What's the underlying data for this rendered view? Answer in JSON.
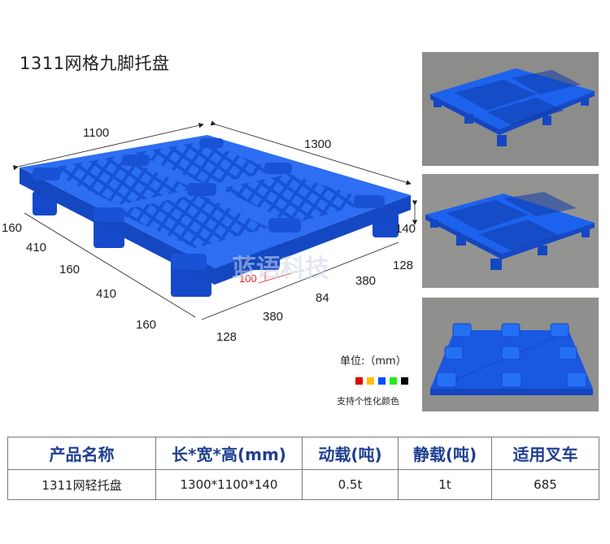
{
  "title": "1311网格九脚托盘",
  "drawing": {
    "dimensions": {
      "width_top": "1100",
      "length_top": "1300",
      "height": "140",
      "left_side": [
        "160",
        "410",
        "160",
        "410",
        "160"
      ],
      "right_side": [
        "128",
        "380",
        "84",
        "380",
        "128"
      ],
      "clearance": "100"
    },
    "watermark": "蓝语科技",
    "colors": {
      "pallet": "#1a5fe6",
      "pallet_dark": "#0f3fb8",
      "dimension_line": "#222222",
      "clearance_mark": "#e02020"
    }
  },
  "photos": [
    {
      "label": "pallet-photo-top-angle"
    },
    {
      "label": "pallet-photo-side-angle"
    },
    {
      "label": "pallet-photo-bottom"
    }
  ],
  "unit_label": "单位:（mm）",
  "color_swatches": [
    "#e00000",
    "#ffc000",
    "#0050ff",
    "#22ee11",
    "#000000"
  ],
  "custom_color_label": "支持个性化颜色",
  "spec_table": {
    "headers": [
      "产品名称",
      "长*宽*高(mm)",
      "动载(吨)",
      "静载(吨)",
      "适用叉车"
    ],
    "rows": [
      [
        "1311网轻托盘",
        "1300*1100*140",
        "0.5t",
        "1t",
        "685"
      ]
    ]
  }
}
